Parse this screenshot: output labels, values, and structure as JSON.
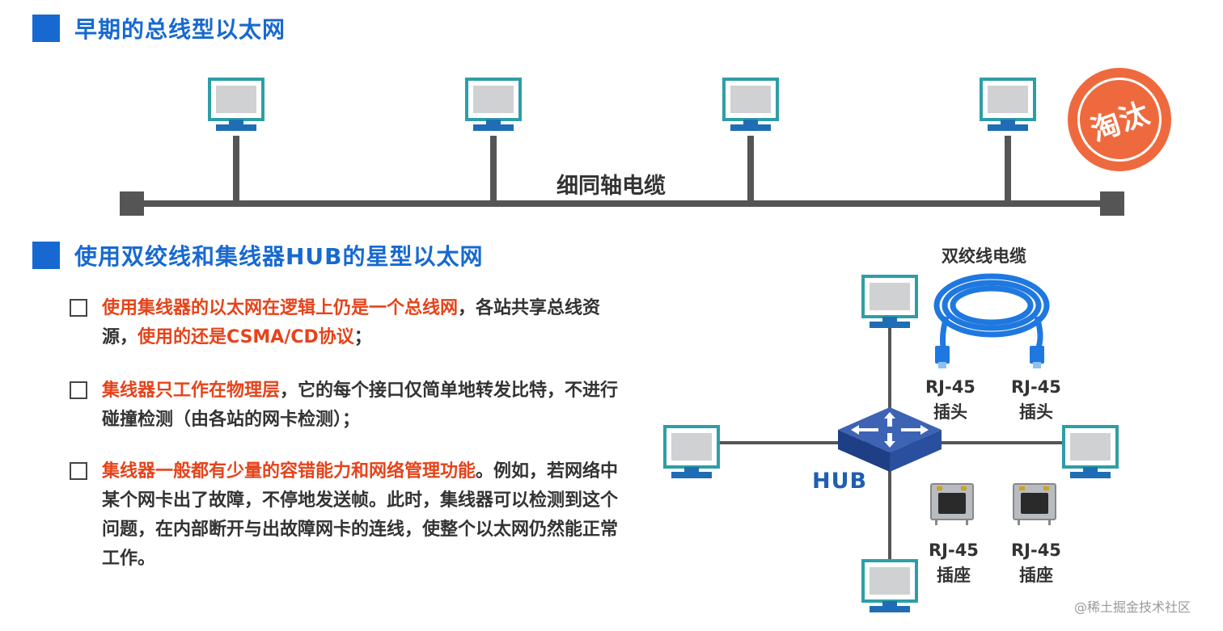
{
  "section1": {
    "title": "早期的总线型以太网",
    "cable_label": "细同轴电缆",
    "stamp": "淘汰"
  },
  "section2": {
    "title": "使用双绞线和集线器HUB的星型以太网",
    "bullets": [
      {
        "red1": "使用集线器的以太网在逻辑上仍是一个总线网",
        "text1": "，各站共享总线资源，",
        "red2": "使用的还是CSMA/CD协议",
        "text2": "；"
      },
      {
        "red1": "集线器只工作在物理层",
        "text1": "，它的每个接口仅简单地转发比特，不进行碰撞检测（由各站的网卡检测）；"
      },
      {
        "red1": "集线器一般都有少量的容错能力和网络管理功能",
        "text1": "。例如，若网络中某个网卡出了故障，不停地发送帧。此时，集线器可以检测到这个问题，在内部断开与出故障网卡的连线，使整个以太网仍然能正常工作。"
      }
    ],
    "twisted_pair_label": "双绞线电缆",
    "hub_label": "HUB",
    "plug_label": {
      "line1": "RJ-45",
      "line2": "插头"
    },
    "socket_label": {
      "line1": "RJ-45",
      "line2": "插座"
    }
  },
  "watermark": "@稀土掘金技术社区",
  "colors": {
    "accent": "#1769d1",
    "highlight": "#e6431a",
    "stamp": "#ee6a3e",
    "monitor": "#2e9ea6",
    "stand": "#1f6db5",
    "cable": "#555555",
    "rj45_cable": "#1e78e0"
  }
}
